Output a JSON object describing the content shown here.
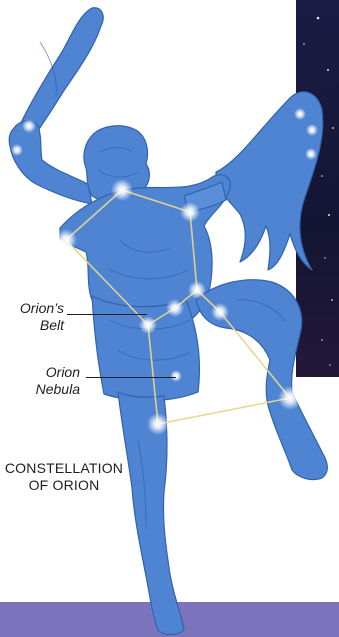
{
  "labels": {
    "belt_line1": "Orion’s",
    "belt_line2": "Belt",
    "nebula_line1": "Orion",
    "nebula_line2": "Nebula",
    "caption_line1": "CONSTELLATION",
    "caption_line2": "OF ORION"
  },
  "colors": {
    "figure_blue": "#4f84d2",
    "figure_dark": "#2d5fa8",
    "star_glow": "#ffffff",
    "constellation_line": "#e6d58a",
    "bottom_band": "#7b74bd",
    "night_sky": "#0f1233"
  },
  "icons": {
    "figure": "orion-hunter-figure",
    "stars": "star-glow-icon"
  }
}
